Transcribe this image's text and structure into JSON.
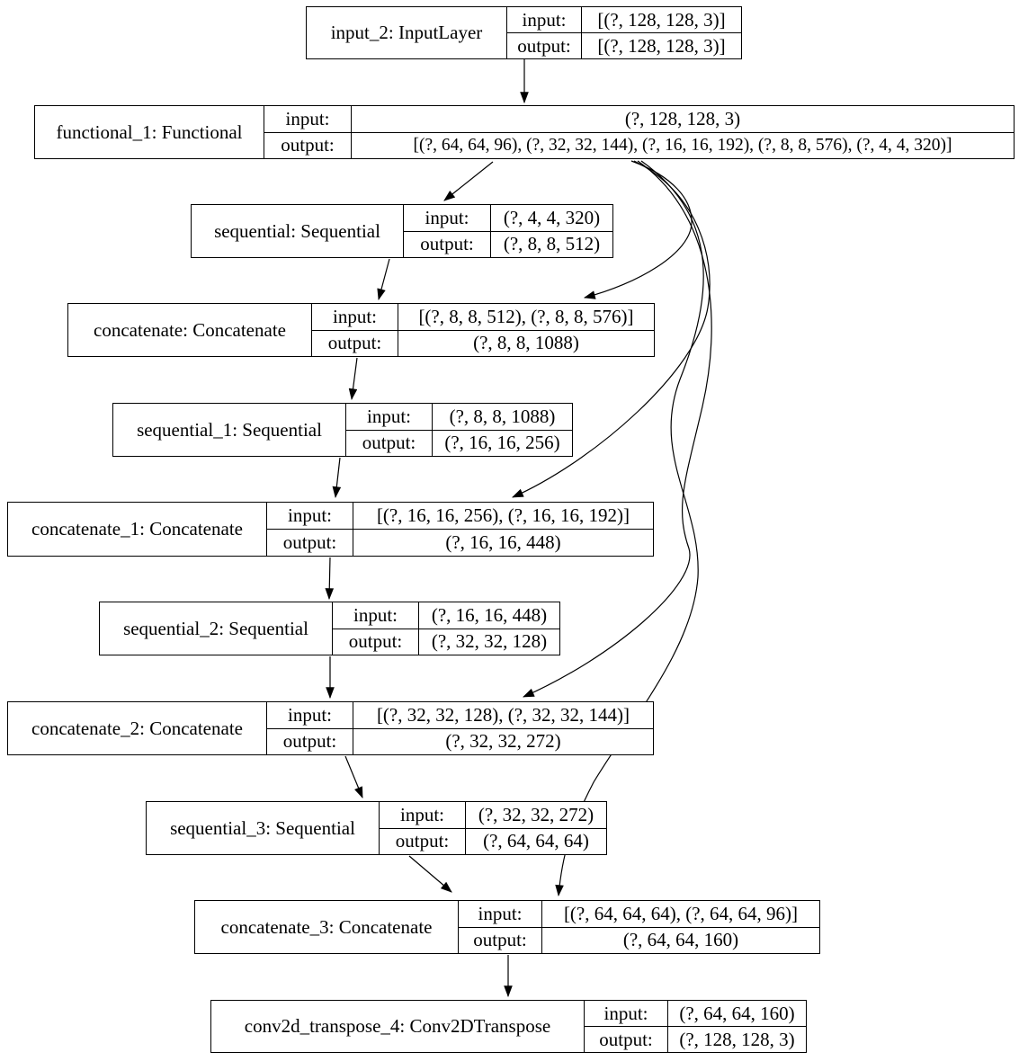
{
  "diagram": {
    "title": "Keras model graph",
    "io_labels": {
      "input": "input:",
      "output": "output:"
    },
    "colors": {
      "stroke": "#000000",
      "background": "#ffffff",
      "text": "#000000"
    },
    "nodes": [
      {
        "id": "input_2",
        "label": "input_2: InputLayer",
        "input": "[(?, 128, 128, 3)]",
        "output": "[(?, 128, 128, 3)]"
      },
      {
        "id": "functional_1",
        "label": "functional_1: Functional",
        "input": "(?, 128, 128, 3)",
        "output": "[(?, 64, 64, 96), (?, 32, 32, 144), (?, 16, 16, 192), (?, 8, 8, 576), (?, 4, 4, 320)]"
      },
      {
        "id": "sequential",
        "label": "sequential: Sequential",
        "input": "(?, 4, 4, 320)",
        "output": "(?, 8, 8, 512)"
      },
      {
        "id": "concatenate",
        "label": "concatenate: Concatenate",
        "input": "[(?, 8, 8, 512), (?, 8, 8, 576)]",
        "output": "(?, 8, 8, 1088)"
      },
      {
        "id": "sequential_1",
        "label": "sequential_1: Sequential",
        "input": "(?, 8, 8, 1088)",
        "output": "(?, 16, 16, 256)"
      },
      {
        "id": "concatenate_1",
        "label": "concatenate_1: Concatenate",
        "input": "[(?, 16, 16, 256), (?, 16, 16, 192)]",
        "output": "(?, 16, 16, 448)"
      },
      {
        "id": "sequential_2",
        "label": "sequential_2: Sequential",
        "input": "(?, 16, 16, 448)",
        "output": "(?, 32, 32, 128)"
      },
      {
        "id": "concatenate_2",
        "label": "concatenate_2: Concatenate",
        "input": "[(?, 32, 32, 128), (?, 32, 32, 144)]",
        "output": "(?, 32, 32, 272)"
      },
      {
        "id": "sequential_3",
        "label": "sequential_3: Sequential",
        "input": "(?, 32, 32, 272)",
        "output": "(?, 64, 64, 64)"
      },
      {
        "id": "concatenate_3",
        "label": "concatenate_3: Concatenate",
        "input": "[(?, 64, 64, 64), (?, 64, 64, 96)]",
        "output": "(?, 64, 64, 160)"
      },
      {
        "id": "conv2d_transpose_4",
        "label": "conv2d_transpose_4: Conv2DTranspose",
        "input": "(?, 64, 64, 160)",
        "output": "(?, 128, 128, 3)"
      }
    ],
    "edges": [
      {
        "from": "input_2",
        "to": "functional_1"
      },
      {
        "from": "functional_1",
        "to": "sequential"
      },
      {
        "from": "functional_1",
        "to": "concatenate"
      },
      {
        "from": "sequential",
        "to": "concatenate"
      },
      {
        "from": "concatenate",
        "to": "sequential_1"
      },
      {
        "from": "functional_1",
        "to": "concatenate_1"
      },
      {
        "from": "sequential_1",
        "to": "concatenate_1"
      },
      {
        "from": "concatenate_1",
        "to": "sequential_2"
      },
      {
        "from": "functional_1",
        "to": "concatenate_2"
      },
      {
        "from": "sequential_2",
        "to": "concatenate_2"
      },
      {
        "from": "concatenate_2",
        "to": "sequential_3"
      },
      {
        "from": "functional_1",
        "to": "concatenate_3"
      },
      {
        "from": "sequential_3",
        "to": "concatenate_3"
      },
      {
        "from": "concatenate_3",
        "to": "conv2d_transpose_4"
      }
    ]
  }
}
